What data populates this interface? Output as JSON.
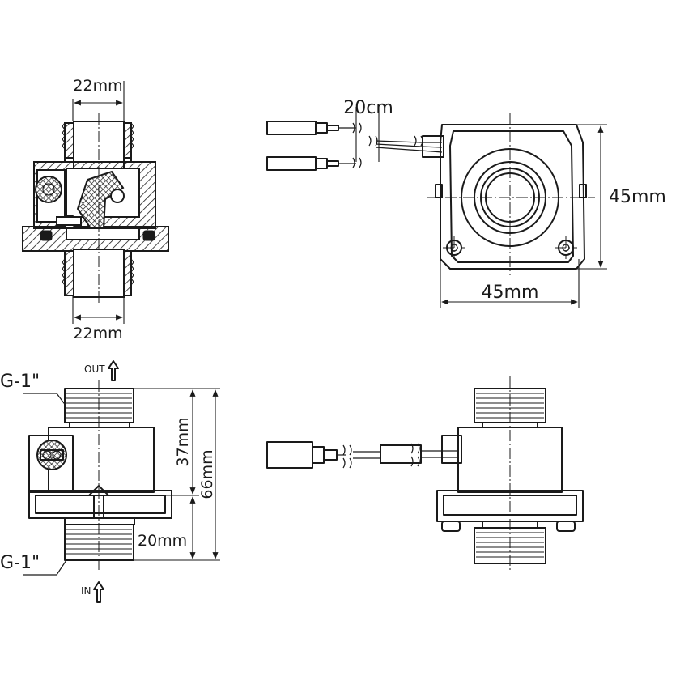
{
  "views": {
    "section": {
      "top_width": "22mm",
      "bottom_width": "22mm"
    },
    "top_view": {
      "cable_length": "20cm",
      "height": "45mm",
      "width": "45mm"
    },
    "side_view": {
      "outlet_label": "OUT",
      "inlet_label": "IN",
      "outlet_thread": "G-1\"",
      "inlet_thread": "G-1\"",
      "body_height": "37mm",
      "total_height": "66mm",
      "thread_length": "20mm"
    },
    "rear_view": {}
  },
  "colors": {
    "line": "#1a1a1a",
    "background": "#ffffff"
  }
}
